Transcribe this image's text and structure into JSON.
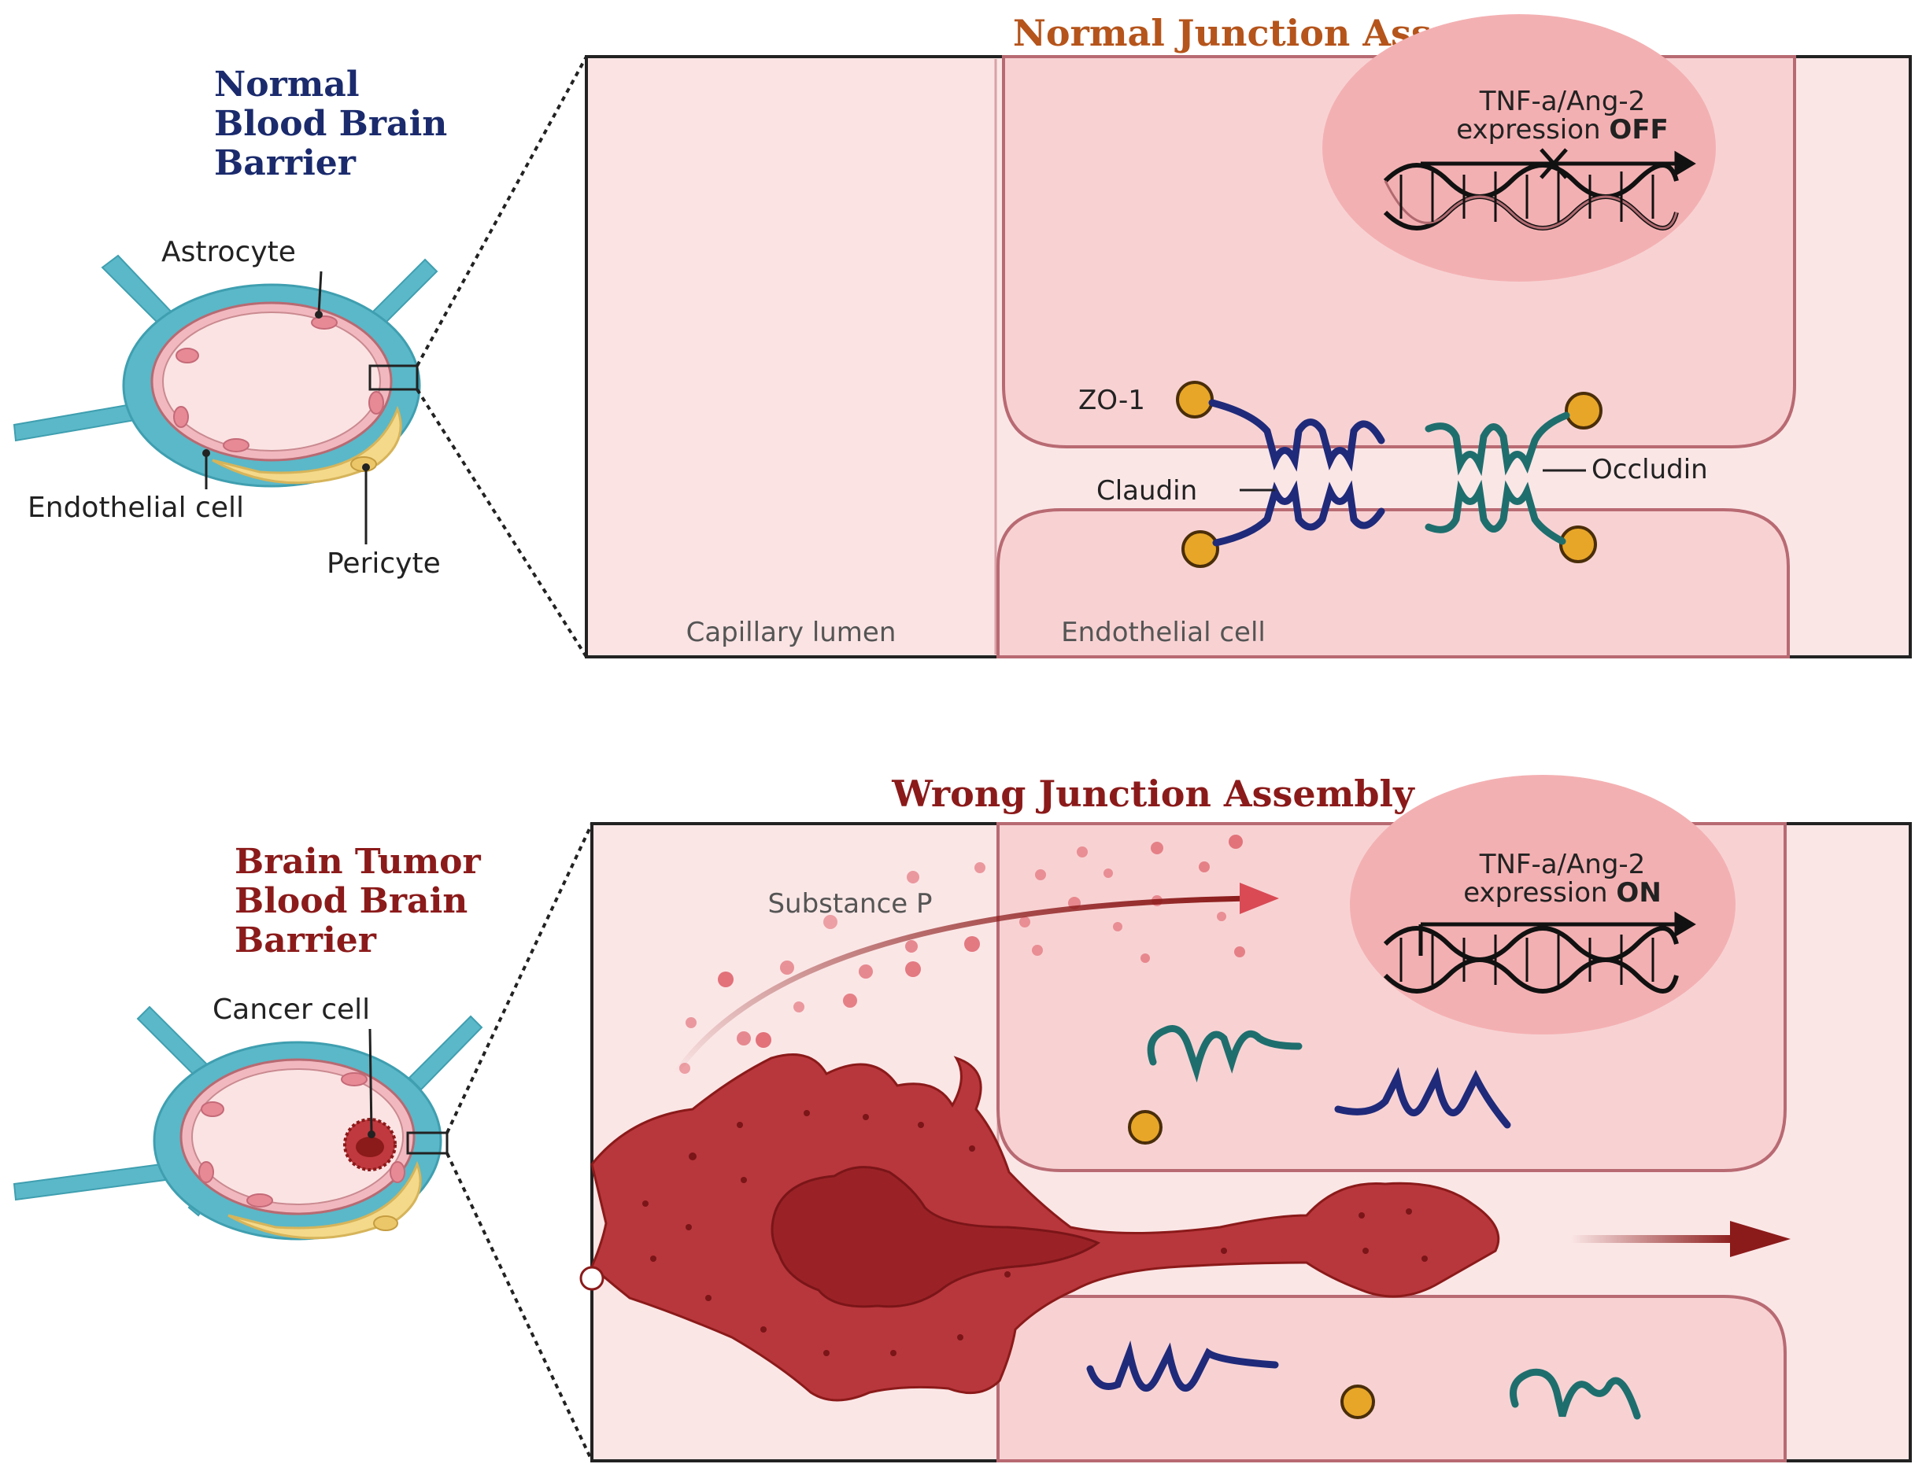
{
  "top": {
    "side_title": [
      "Normal",
      "Blood Brain",
      "Barrier"
    ],
    "panel_title": "Normal Junction Assembly",
    "labels": {
      "astrocyte": "Astrocyte",
      "endothelial": "Endothelial cell",
      "pericyte": "Pericyte"
    },
    "panel": {
      "gene_line1": "TNF-a/Ang-2",
      "gene_line2_prefix": "expression ",
      "gene_state": "OFF",
      "zo1": "ZO-1",
      "claudin": "Claudin",
      "occludin": "Occludin",
      "lumen": "Capillary lumen",
      "endo_cell": "Endothelial cell"
    }
  },
  "bottom": {
    "side_title": [
      "Brain Tumor",
      "Blood Brain",
      "Barrier"
    ],
    "panel_title": "Wrong Junction Assembly",
    "labels": {
      "cancer": "Cancer cell"
    },
    "panel": {
      "gene_line1": "TNF-a/Ang-2",
      "gene_line2_prefix": "expression ",
      "gene_state": "ON",
      "substance": "Substance P"
    }
  },
  "colors": {
    "navy_title": "#1a2a6c",
    "red_title": "#8b1a1a",
    "orange_title": "#b5541b",
    "astrocyte": "#5bb8c8",
    "cell_pink": "#f7d2d2",
    "membrane": "#b86a72",
    "pericyte": "#f4d98a",
    "cancer": "#b8373c",
    "claudin": "#1f2a7a",
    "occludin": "#1f6e6e",
    "zo1": "#e8a628"
  }
}
